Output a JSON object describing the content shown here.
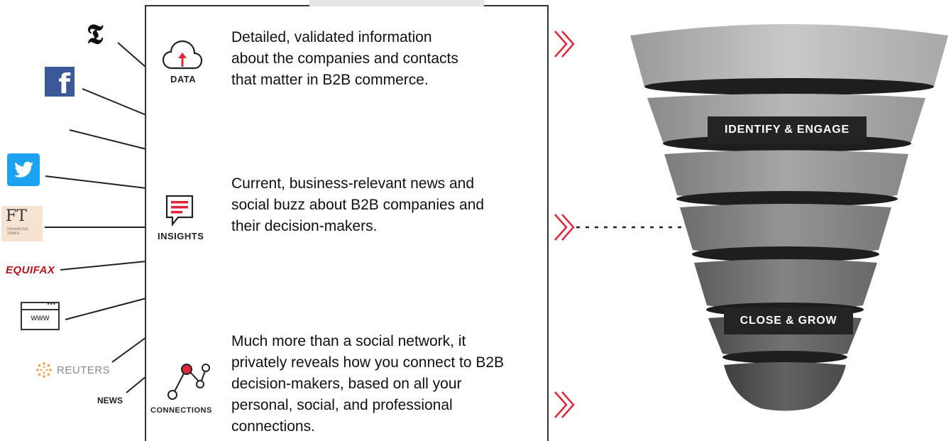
{
  "sources": {
    "nyt_logo": "𝕿",
    "facebook_logo": "f",
    "ft_logo": "FT",
    "ft_subtext": "FINANCIAL TIMES",
    "equifax_logo": "EQUIFAX",
    "www_label": "www",
    "www_dots": "•••",
    "reuters_label": "REUTERS",
    "news_label": "NEWS"
  },
  "panel": {
    "items": [
      {
        "icon": "cloud-upload-icon",
        "label": "DATA",
        "lines": [
          "Detailed, validated information",
          "about the companies and contacts",
          "that matter in B2B commerce."
        ]
      },
      {
        "icon": "chat-bubble-icon",
        "label": "INSIGHTS",
        "lines": [
          "Current, business-relevant news and",
          "social buzz about B2B companies and",
          "their decision-makers."
        ]
      },
      {
        "icon": "network-nodes-icon",
        "label": "CONNECTIONS",
        "lines": [
          "Much more than a social network, it",
          "privately reveals how you connect to B2B",
          "decision-makers, based on all your",
          "personal, social, and professional",
          "connections."
        ]
      }
    ]
  },
  "funnel": {
    "stage_top": "IDENTIFY & ENGAGE",
    "stage_bottom": "CLOSE & GROW"
  },
  "colors": {
    "accent_red": "#e0263a",
    "facebook_blue": "#3b5998",
    "twitter_blue": "#1da1f2",
    "equifax_red": "#b5121b",
    "tag_bg": "#242424"
  }
}
